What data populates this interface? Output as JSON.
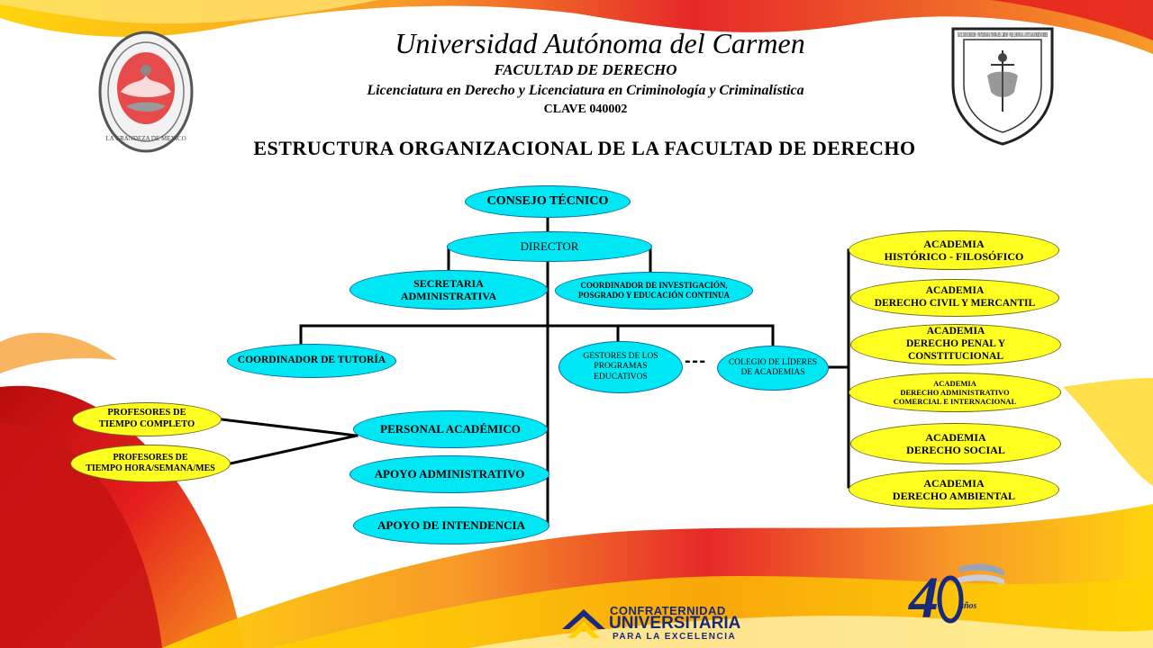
{
  "header": {
    "university": "Universidad Autónoma del Carmen",
    "faculty": "FACULTAD DE DERECHO",
    "programs": "Licenciatura en Derecho  y Licenciatura en Criminología y Criminalística",
    "clave": "CLAVE  040002"
  },
  "title": "ESTRUCTURA  ORGANIZACIONAL  DE LA FACULTAD  DE DERECHO",
  "seal_left": {
    "text": "LA GRANDEZA DE MEXICO"
  },
  "seal_right": {
    "text": "FACULTAD DE DERECHO · UNIVERSIDAD AUTÓNOMA DEL CARMEN · POR EL HONOR A LA JUSTICIA ASUMIRÉ MI DEBER"
  },
  "org": {
    "consejo": "CONSEJO TÉCNICO",
    "director": "DIRECTOR",
    "secretaria": "SECRETARIA\nADMINISTRATIVA",
    "coord_investigacion": "COORDINADOR DE INVESTIGACIÓN,\nPOSGRADO Y EDUCACIÓN CONTINUA",
    "coord_tutoria": "COORDINADOR DE TUTORÍA",
    "gestores": "GESTORES DE LOS\nPROGRAMAS\nEDUCATIVOS",
    "dashes": "- - -",
    "colegio": "COLEGIO DE LÍDERES\nDE ACADEMIAS",
    "personal_academico": "PERSONAL  ACADÉMICO",
    "apoyo_admin": "APOYO  ADMINISTRATIVO",
    "apoyo_intendencia": "APOYO  DE  INTENDENCIA",
    "prof_tiempo_completo": "PROFESORES DE\nTIEMPO COMPLETO",
    "prof_tiempo_hora": "PROFESORES DE\nTIEMPO HORA/SEMANA/MES",
    "academias": [
      "ACADEMIA\nHISTÓRICO  - FILOSÓFICO",
      "ACADEMIA\nDERECHO CIVIL Y MERCANTIL",
      "ACADEMIA\nDERECHO PENAL Y\nCONSTITUCIONAL",
      "ACADEMIA\nDERECHO ADMINISTRATIVO\nCOMERCIAL E INTERNACIONAL",
      "ACADEMIA\nDERECHO  SOCIAL",
      "ACADEMIA\nDERECHO  AMBIENTAL"
    ]
  },
  "logos": {
    "confraternidad_1": "CONFRATERNIDAD",
    "confraternidad_2": "UNIVERSITARIA",
    "confraternidad_3": "PARA LA EXCELENCIA",
    "anniversary_years": "años"
  },
  "colors": {
    "cyan_node": "#00e7f4",
    "yellow_node": "#ffff22",
    "wave_red": "#e41d1d",
    "wave_orange": "#f7941d",
    "wave_yellow": "#ffd200"
  }
}
